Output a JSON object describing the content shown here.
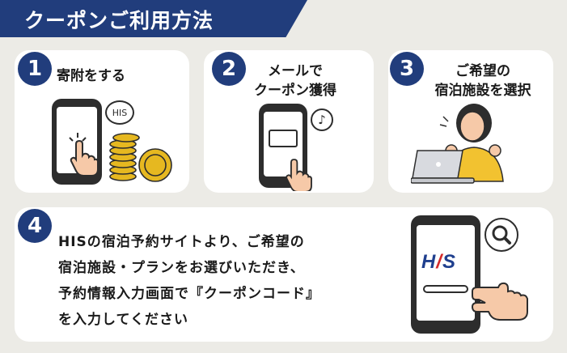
{
  "title": "クーポンご利用方法",
  "steps": [
    {
      "num": "1",
      "text": "寄附をする"
    },
    {
      "num": "2",
      "text": "メールで\nクーポン獲得"
    },
    {
      "num": "3",
      "text": "ご希望の\n宿泊施設を選択"
    },
    {
      "num": "4",
      "lines": [
        "HISの宿泊予約サイトより、ご希望の",
        "宿泊施設・プランをお選びいただき、",
        "予約情報入力画面で『クーポンコード』",
        "を入力してください"
      ]
    }
  ],
  "icons": {
    "step1_bubble": "HIS",
    "step2_bubble": "♪",
    "step4_logo_left": "H",
    "step4_logo_bar": "/",
    "step4_logo_right": "S"
  },
  "colors": {
    "brand": "#213d7c",
    "background": "#ecebe6",
    "card": "#ffffff",
    "coin": "#e6b820",
    "accent": "#d42a2a"
  }
}
